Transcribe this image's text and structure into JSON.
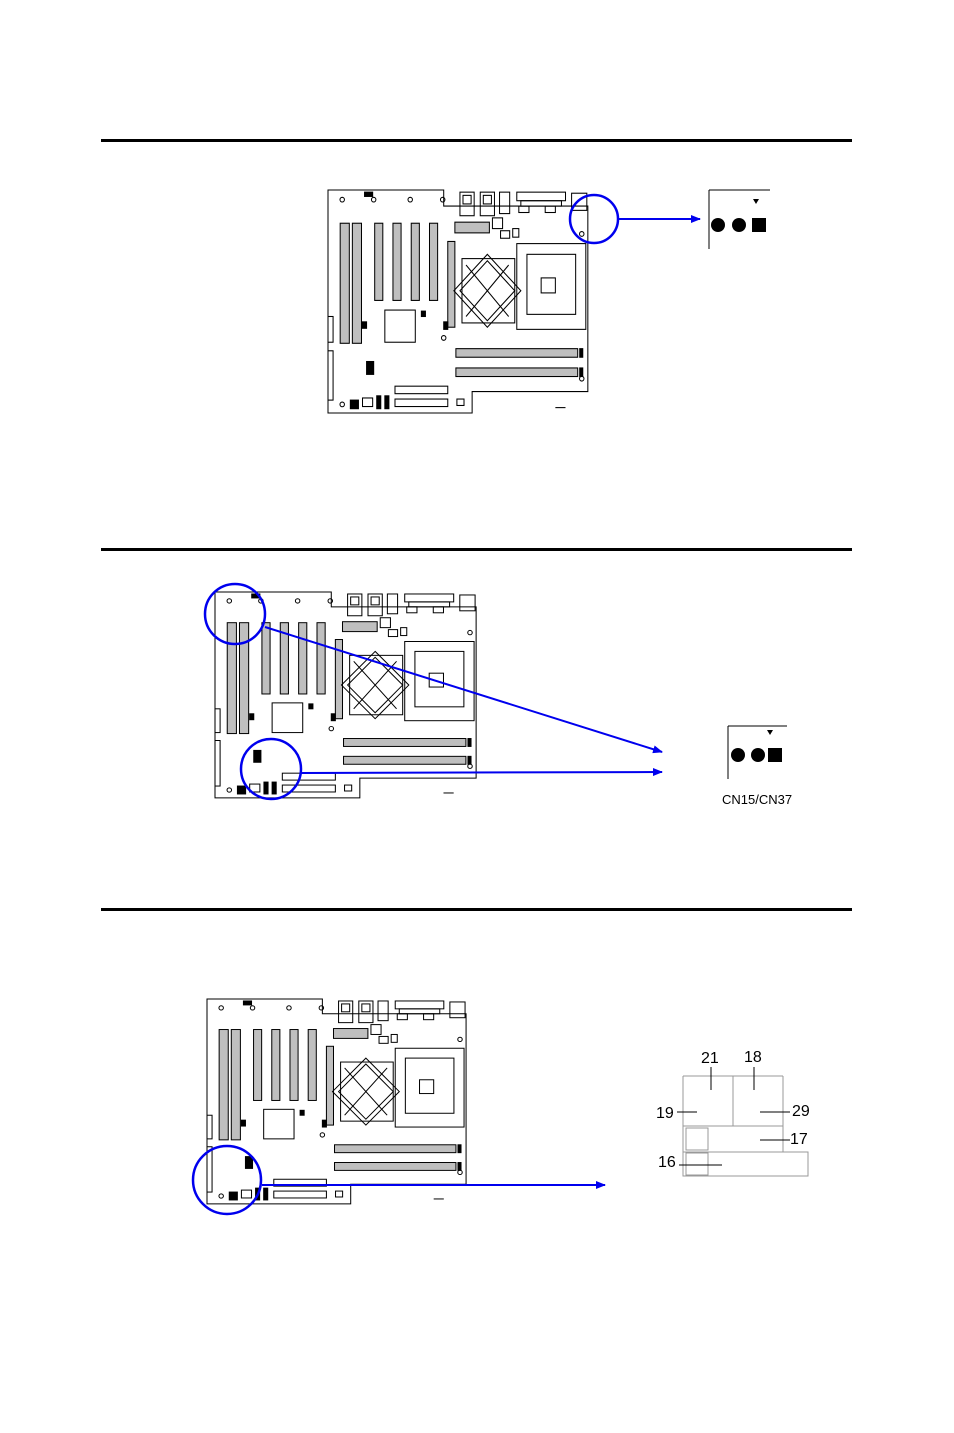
{
  "colors": {
    "ink": "#000000",
    "callout": "#0000ee",
    "component": "#bfbfbf",
    "page": "#ffffff"
  },
  "icons": {
    "board": "motherboard-layout-diagram",
    "callout": "circle-highlight",
    "arrow": "arrow-right",
    "jumper": "three-pin-jumper"
  },
  "figures": [
    {
      "name": "section-1-figure"
    },
    {
      "name": "section-2-figure",
      "caption": "CN15/CN37"
    },
    {
      "name": "section-3-figure",
      "pins": {
        "p21": "21",
        "p18": "18",
        "p19": "19",
        "p29": "29",
        "p17": "17",
        "p16": "16"
      }
    }
  ]
}
